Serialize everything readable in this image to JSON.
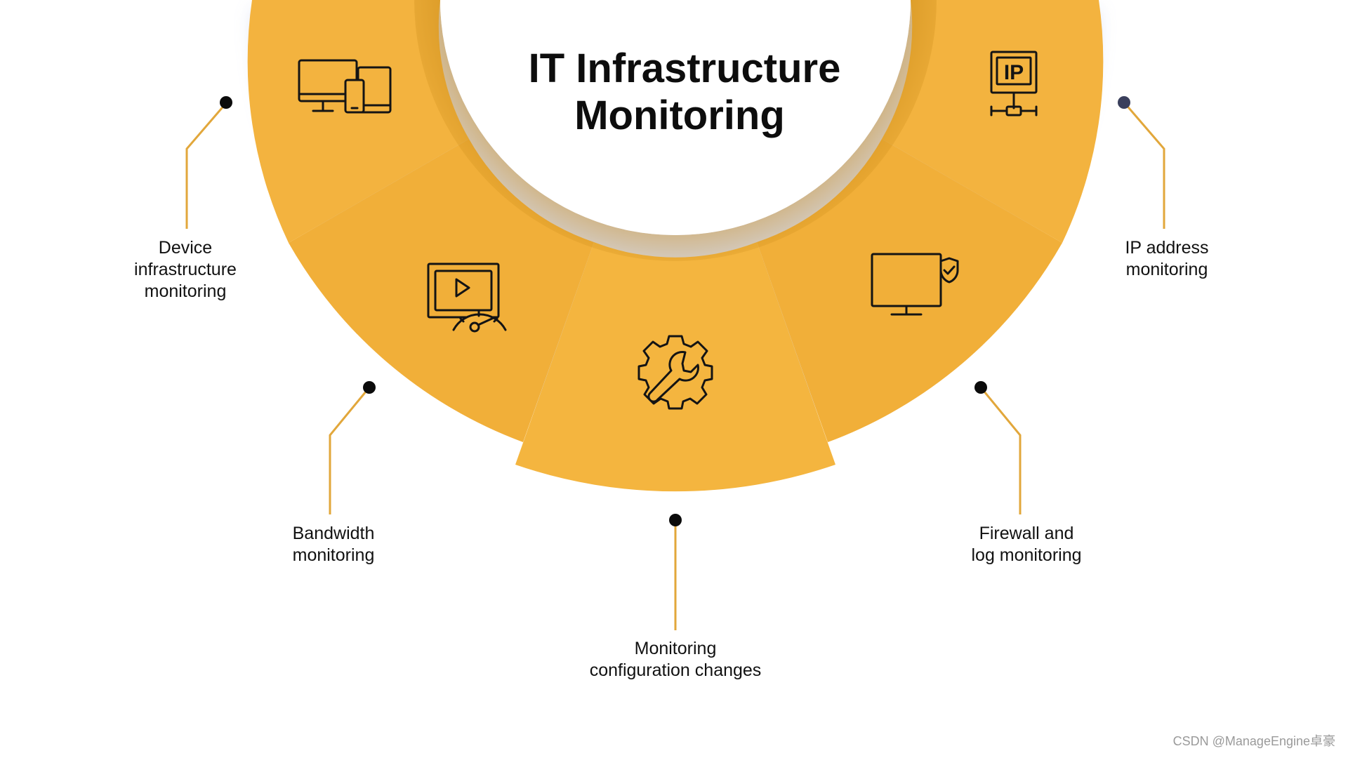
{
  "diagram": {
    "title_lines": [
      "IT Infrastructure",
      "Monitoring"
    ],
    "segments": [
      {
        "id": "device",
        "label_lines": [
          "Device",
          "infrastructure",
          "monitoring"
        ],
        "icon": "devices-icon"
      },
      {
        "id": "bandwidth",
        "label_lines": [
          "Bandwidth",
          "monitoring"
        ],
        "icon": "bandwidth-gauge-icon"
      },
      {
        "id": "config",
        "label_lines": [
          "Monitoring",
          "configuration changes"
        ],
        "icon": "gear-wrench-icon"
      },
      {
        "id": "firewall",
        "label_lines": [
          "Firewall and",
          "log monitoring"
        ],
        "icon": "monitor-shield-icon"
      },
      {
        "id": "ip",
        "label_lines": [
          "IP address",
          "monitoring"
        ],
        "icon": "ip-network-icon"
      }
    ],
    "icon_text": {
      "ip": "IP"
    },
    "colors": {
      "segment": "#F3B33F",
      "segment_shade": "#D99A22",
      "connector": "#E2A73B",
      "dot": "#0b0b0b",
      "dot_ip": "#3a3f5c"
    }
  },
  "watermark": "CSDN @ManageEngine卓豪"
}
